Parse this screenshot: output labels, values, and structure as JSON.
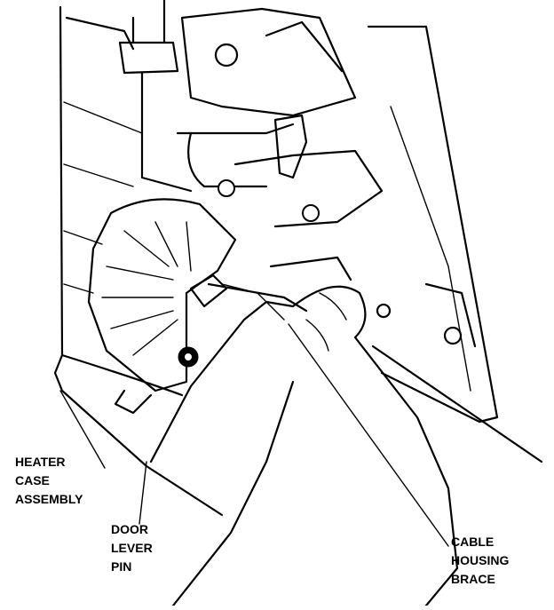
{
  "labels": {
    "heater_case": [
      "HEATER",
      "CASE",
      "ASSEMBLY"
    ],
    "door_lever_pin": [
      "DOOR",
      "LEVER",
      "PIN"
    ],
    "cable_housing_brace": [
      "CABLE",
      "HOUSING",
      "BRACE"
    ]
  }
}
